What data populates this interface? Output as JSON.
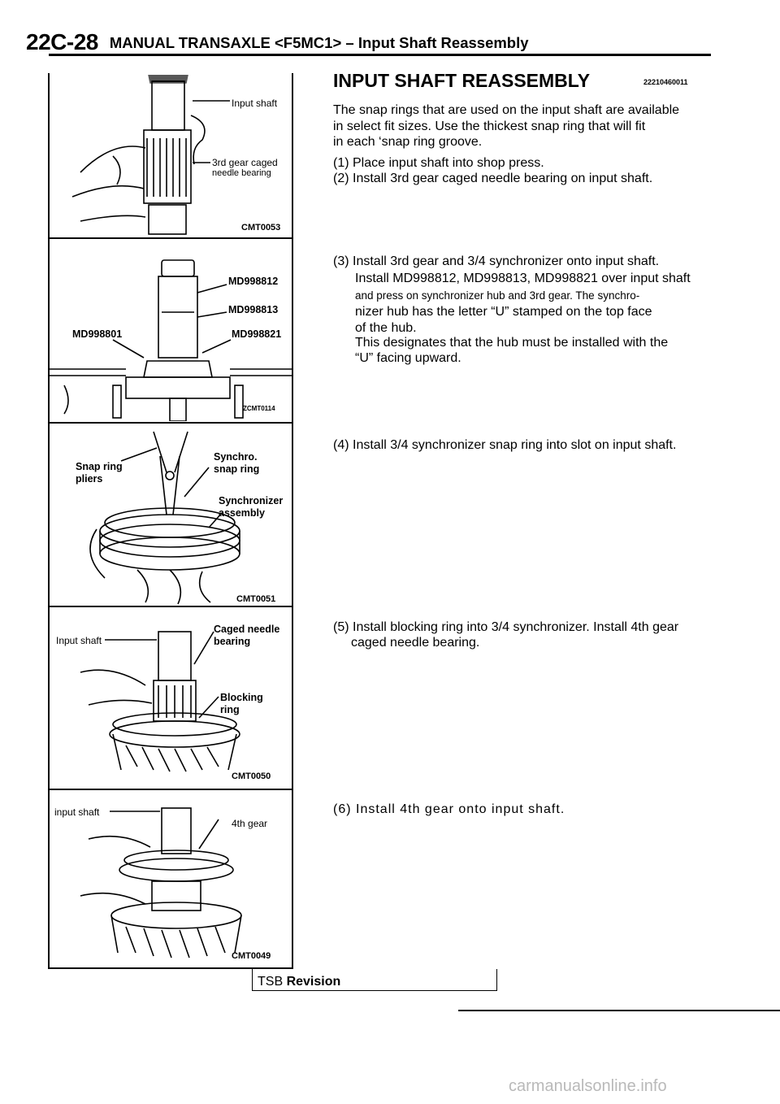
{
  "header": {
    "page_number": "22C-28",
    "title": "MANUAL TRANSAXLE <F5MC1> – Input Shaft Reassembly"
  },
  "section": {
    "heading": "INPUT SHAFT REASSEMBLY",
    "code": "22210460011"
  },
  "figures": [
    {
      "labels": [
        "Input shaft",
        "3rd gear caged",
        "needle bearing"
      ],
      "code": "CMT0053"
    },
    {
      "labels": [
        "MD998812",
        "MD998813",
        "MD998801",
        "MD998821"
      ],
      "code": "ZCMT0114"
    },
    {
      "labels": [
        "Snap ring",
        "pliers",
        "Synchro.",
        "snap ring",
        "Synchronizer",
        "assembly"
      ],
      "code": "CMT0051"
    },
    {
      "labels": [
        "Input shaft",
        "Caged needle",
        "bearing",
        "Blocking",
        "ring"
      ],
      "code": "CMT0050"
    },
    {
      "labels": [
        "input shaft",
        "4th gear"
      ],
      "code": "CMT0049"
    }
  ],
  "paragraphs": {
    "intro_1": "The snap rings that are used on the input shaft are available",
    "intro_2": "in select fit sizes. Use the thickest snap ring that will fit",
    "intro_3": "in each ‘snap ring groove.",
    "step1": "(1) Place input shaft into shop press.",
    "step2": "(2) Install 3rd gear caged needle bearing on input shaft.",
    "step3_1": "(3) Install 3rd gear and 3/4 synchronizer onto input shaft.",
    "step3_2": "Install MD998812, MD998813, MD998821 over input shaft",
    "step3_3": "and press on synchronizer hub and 3rd gear. The synchro-",
    "step3_4": "nizer hub has the letter “U” stamped on the top face",
    "step3_5": "of the hub.",
    "step3_6": "This designates that the hub must be installed with the",
    "step3_7": "“U” facing upward.",
    "step4": "(4) Install 3/4 synchronizer snap ring into slot on input shaft.",
    "step5_1": "(5) Install blocking ring into 3/4 synchronizer. Install 4th gear",
    "step5_2": "caged needle bearing.",
    "step6": "(6) Install 4th gear onto input shaft."
  },
  "footer": {
    "tsb": "TSB",
    "revision": "Revision",
    "watermark": "carmanualsonline.info"
  }
}
